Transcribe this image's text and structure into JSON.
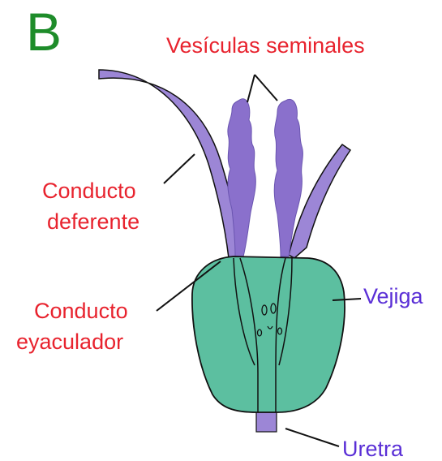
{
  "panel_letter": "B",
  "labels": {
    "vesiculas": "Vesículas seminales",
    "deferente_1": "Conducto",
    "deferente_2": "deferente",
    "eyaculador_1": "Conducto",
    "eyaculador_2": "eyaculador",
    "vejiga": "Vejiga",
    "uretra": "Uretra"
  },
  "colors": {
    "panel_letter": "#1e8c2a",
    "label_red": "#e8232e",
    "label_blue": "#5a2fd6",
    "duct_fill": "#9c86d6",
    "vesicle_fill": "#8a70cc",
    "bladder_fill": "#5cbfa0",
    "outline": "#111111"
  }
}
